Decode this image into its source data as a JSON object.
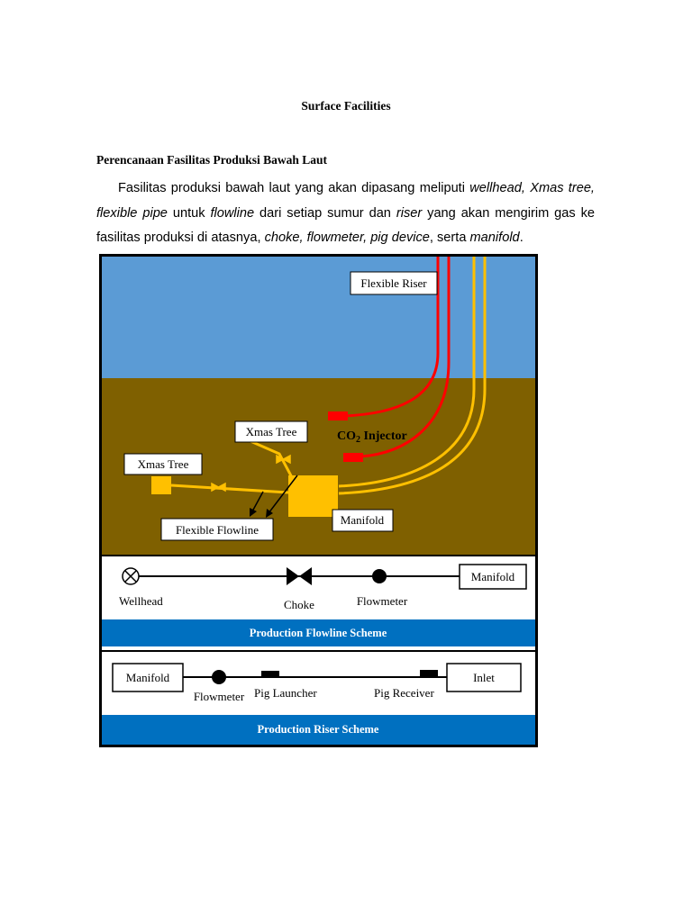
{
  "document": {
    "title": "Surface Facilities",
    "section_heading": "Perencanaan Fasilitas Produksi Bawah Laut",
    "paragraph": [
      {
        "text": "Fasilitas produksi bawah laut yang akan dipasang meliputi ",
        "italic": false
      },
      {
        "text": "wellhead, Xmas tree, flexible pipe",
        "italic": true
      },
      {
        "text": " untuk ",
        "italic": false
      },
      {
        "text": "flowline",
        "italic": true
      },
      {
        "text": " dari setiap sumur dan ",
        "italic": false
      },
      {
        "text": "riser",
        "italic": true
      },
      {
        "text": " yang akan mengirim gas ke fasilitas produksi di atasnya, ",
        "italic": false
      },
      {
        "text": "choke, flowmeter, pig device",
        "italic": true
      },
      {
        "text": ", serta ",
        "italic": false
      },
      {
        "text": "manifold",
        "italic": true
      },
      {
        "text": ".",
        "italic": false
      }
    ]
  },
  "figure": {
    "labels": {
      "flexible_riser": "Flexible Riser",
      "co2_prefix": "CO",
      "co2_sub": "2",
      "co2_suffix": " Injector",
      "xmas_tree_right": "Xmas Tree",
      "xmas_tree_left": "Xmas Tree",
      "flexible_flowline": "Flexible Flowline",
      "manifold": "Manifold"
    },
    "flowline_scheme": {
      "wellhead": "Wellhead",
      "choke": "Choke",
      "flowmeter": "Flowmeter",
      "manifold": "Manifold",
      "banner": "Production Flowline Scheme"
    },
    "riser_scheme": {
      "manifold": "Manifold",
      "flowmeter": "Flowmeter",
      "pig_launcher": "Pig Launcher",
      "pig_receiver": "Pig Receiver",
      "inlet": "Inlet",
      "banner": "Production Riser Scheme"
    },
    "colors": {
      "sea": "#5b9bd5",
      "seabed": "#7f6000",
      "equipment": "#ffc000",
      "riser_red": "#ff0000",
      "banner": "#0070c0"
    }
  }
}
